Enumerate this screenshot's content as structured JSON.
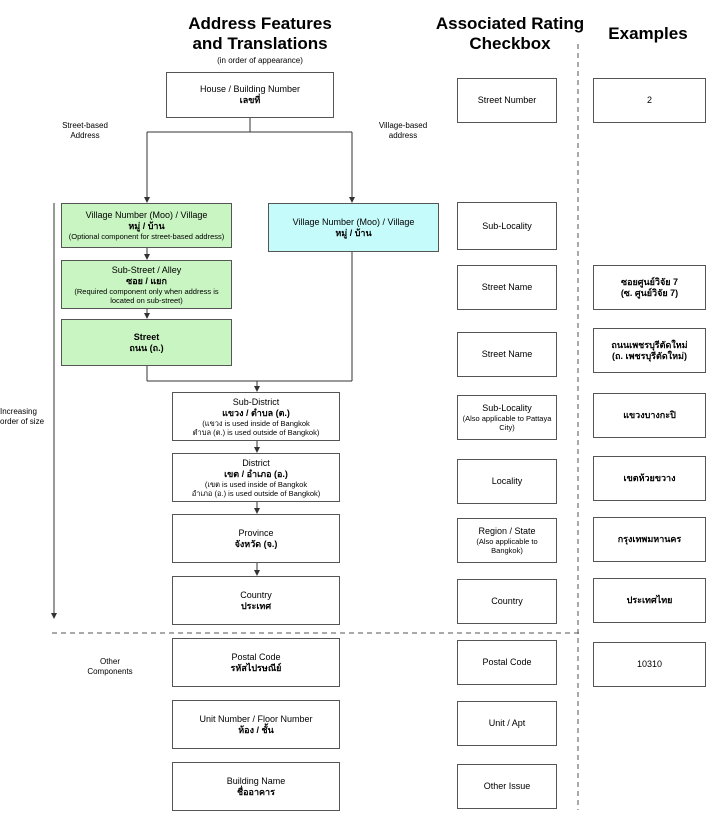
{
  "headers": {
    "features_title_1": "Address Features",
    "features_title_2": "and Translations",
    "features_subtitle": "(in order of appearance)",
    "rating_title_1": "Associated Rating",
    "rating_title_2": "Checkbox",
    "examples_title": "Examples"
  },
  "side_labels": {
    "street_based_1": "Street-based",
    "street_based_2": "Address",
    "village_based_1": "Village-based",
    "village_based_2": "address",
    "increasing_1": "Increasing",
    "increasing_2": "order of size",
    "other_1": "Other",
    "other_2": "Components"
  },
  "features": {
    "house": {
      "en": "House / Building Number",
      "th": "เลขที่"
    },
    "village_street": {
      "en": "Village Number (Moo) / Village",
      "th": "หมู่ / บ้าน",
      "note": "(Optional component for street-based address)"
    },
    "village_village": {
      "en": "Village Number (Moo) / Village",
      "th": "หมู่ / บ้าน"
    },
    "substreet": {
      "en": "Sub-Street / Alley",
      "th": "ซอย / แยก",
      "note": "(Required component only when address is located on sub-street)"
    },
    "street": {
      "en": "Street",
      "th": "ถนน (ถ.)"
    },
    "subdistrict": {
      "en": "Sub-District",
      "th": "แขวง / ตำบล (ต.)",
      "note1": "(แขวง is used inside of Bangkok",
      "note2": "ตำบล (ต.) is used outside of Bangkok)"
    },
    "district": {
      "en": "District",
      "th": "เขต / อำเภอ (อ.)",
      "note1": "(เขต is used inside of Bangkok",
      "note2": "อำเภอ (อ.) is used outside of Bangkok)"
    },
    "province": {
      "en": "Province",
      "th": "จังหวัด (จ.)"
    },
    "country": {
      "en": "Country",
      "th": "ประเทศ"
    },
    "postal": {
      "en": "Postal Code",
      "th": "รหัสไปรษณีย์"
    },
    "unit": {
      "en": "Unit Number / Floor Number",
      "th": "ห้อง / ชั้น"
    },
    "building": {
      "en": "Building Name",
      "th": "ชื่ออาคาร"
    }
  },
  "ratings": {
    "street_number": "Street Number",
    "sub_locality_1": "Sub-Locality",
    "street_name_1": "Street Name",
    "street_name_2": "Street Name",
    "sub_locality_2": "Sub-Locality",
    "sub_locality_2_note": "(Also applicable to Pattaya City)",
    "locality": "Locality",
    "region": "Region / State",
    "region_note": "(Also applicable to Bangkok)",
    "country": "Country",
    "postal": "Postal Code",
    "unit": "Unit / Apt",
    "other": "Other Issue"
  },
  "examples": {
    "house": "2",
    "substreet_1": "ซอยศูนย์วิจัย 7",
    "substreet_2": "(ซ. ศูนย์วิจัย 7)",
    "street_1": "ถนนเพชรบุรีตัดใหม่",
    "street_2": "(ถ. เพชรบุรีตัดใหม่)",
    "subdistrict": "แขวงบางกะปิ",
    "district": "เขตห้วยขวาง",
    "province": "กรุงเทพมหานคร",
    "country": "ประเทศไทย",
    "postal": "10310"
  }
}
